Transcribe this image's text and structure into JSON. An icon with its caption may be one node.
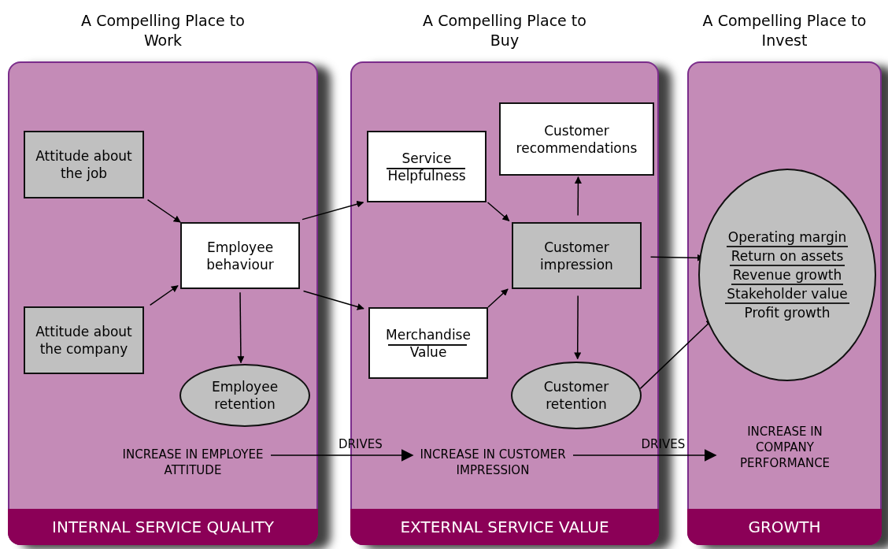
{
  "diagram": {
    "nodes": [
      {
        "text": [
          "A Compelling Place to Work",
          "INTERNAL SERVICE QUALITY"
        ]
      },
      {
        "text": [
          "A Compelling Place to Buy",
          "EXTERNAL SERVICE VALUE"
        ]
      },
      {
        "text": [
          "A Compelling Place to Invest",
          "GROWTH"
        ]
      },
      {
        "text": [
          "Attitude about the job"
        ],
        "in": 0
      },
      {
        "text": [
          "Attitude about the company"
        ],
        "in": 0
      },
      {
        "text": [
          "Employee behaviour"
        ],
        "in": 0
      },
      {
        "text": [
          "Employee retention"
        ],
        "in": 0
      },
      {
        "text": [
          "INCREASE IN EMPLOYEE ATTITUDE"
        ],
        "in": 0
      },
      {
        "text": [
          "Service Helpfulness"
        ],
        "in": 1
      },
      {
        "text": [
          "Customer recommendations"
        ],
        "in": 1
      },
      {
        "text": [
          "Customer impression"
        ],
        "in": 1
      },
      {
        "text": [
          "Merchandise Value"
        ],
        "in": 1
      },
      {
        "text": [
          "Customer retention"
        ],
        "in": 1
      },
      {
        "text": [
          "INCREASE IN CUSTOMER IMPRESSION"
        ],
        "in": 1
      },
      {
        "text": [
          "Operating margin",
          "Return on assets",
          "Revenue growth",
          "Stakeholder value",
          "Profit growth"
        ],
        "in": 2
      },
      {
        "text": [
          "INCREASE IN COMPANY PERFORMANCE"
        ],
        "in": 2
      }
    ],
    "edges": [
      {
        "from": 3,
        "to": 5,
        "arrow": "to"
      },
      {
        "from": 4,
        "to": 5,
        "arrow": "to"
      },
      {
        "from": 5,
        "to": 6,
        "arrow": "to"
      },
      {
        "from": 5,
        "to": 8,
        "arrow": "to"
      },
      {
        "from": 5,
        "to": 11,
        "arrow": "to"
      },
      {
        "from": 8,
        "to": 10,
        "arrow": "to"
      },
      {
        "from": 11,
        "to": 10,
        "arrow": "to"
      },
      {
        "from": 10,
        "to": 9,
        "arrow": "to"
      },
      {
        "from": 10,
        "to": 12,
        "arrow": "to"
      },
      {
        "from": 10,
        "to": 14,
        "arrow": "to"
      },
      {
        "from": 12,
        "to": 14,
        "arrow": "to"
      },
      {
        "from": 7,
        "to": 13,
        "label": "DRIVES",
        "arrow": "to"
      },
      {
        "from": 13,
        "to": 15,
        "label": "DRIVES",
        "arrow": "to"
      }
    ]
  }
}
